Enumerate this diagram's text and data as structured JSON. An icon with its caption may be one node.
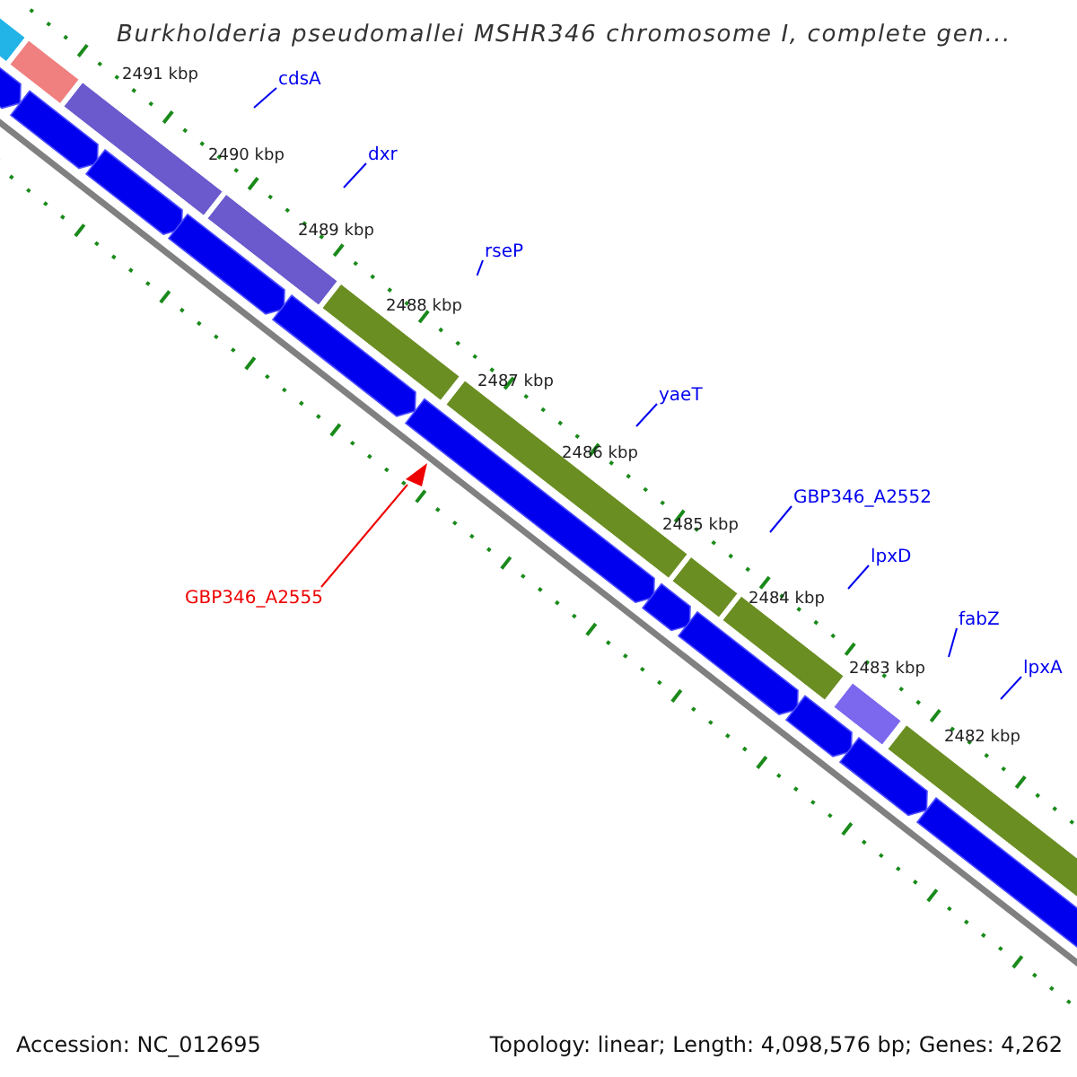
{
  "diagram": {
    "title": "Burkholderia pseudomallei MSHR346 chromosome I, complete gen...",
    "nodes": [
      {
        "text": [
          "cdsA"
        ]
      },
      {
        "text": [
          "dxr"
        ]
      },
      {
        "text": [
          "rseP"
        ]
      },
      {
        "text": [
          "yaeT"
        ]
      },
      {
        "text": [
          "GBP346_A2552"
        ]
      },
      {
        "text": [
          "lpxD"
        ]
      },
      {
        "text": [
          "fabZ"
        ]
      },
      {
        "text": [
          "lpxA"
        ]
      },
      {
        "text": [
          "GBP346_A2555"
        ]
      },
      {
        "text": [],
        "shape": "triangle"
      }
    ],
    "edges": [
      {
        "from": 0,
        "to": null,
        "arrow": "none"
      },
      {
        "from": 1,
        "to": null,
        "arrow": "none"
      },
      {
        "from": 2,
        "to": null,
        "arrow": "none"
      },
      {
        "from": 3,
        "to": null,
        "arrow": "none"
      },
      {
        "from": 4,
        "to": null,
        "arrow": "none"
      },
      {
        "from": 5,
        "to": null,
        "arrow": "none"
      },
      {
        "from": 6,
        "to": null,
        "arrow": "none"
      },
      {
        "from": 7,
        "to": null,
        "arrow": "none"
      },
      {
        "from": 8,
        "to": 9,
        "arrow": "none",
        "color": "#ee0000"
      }
    ],
    "labels": [
      "2491 kbp",
      "2490 kbp",
      "2489 kbp",
      "2488 kbp",
      "2487 kbp",
      "2486 kbp",
      "2485 kbp",
      "2484 kbp",
      "2483 kbp",
      "2482 kbp",
      "Accession: NC_012695",
      "Topology: linear; Length: 4,098,576 bp; Genes: 4,262"
    ]
  }
}
